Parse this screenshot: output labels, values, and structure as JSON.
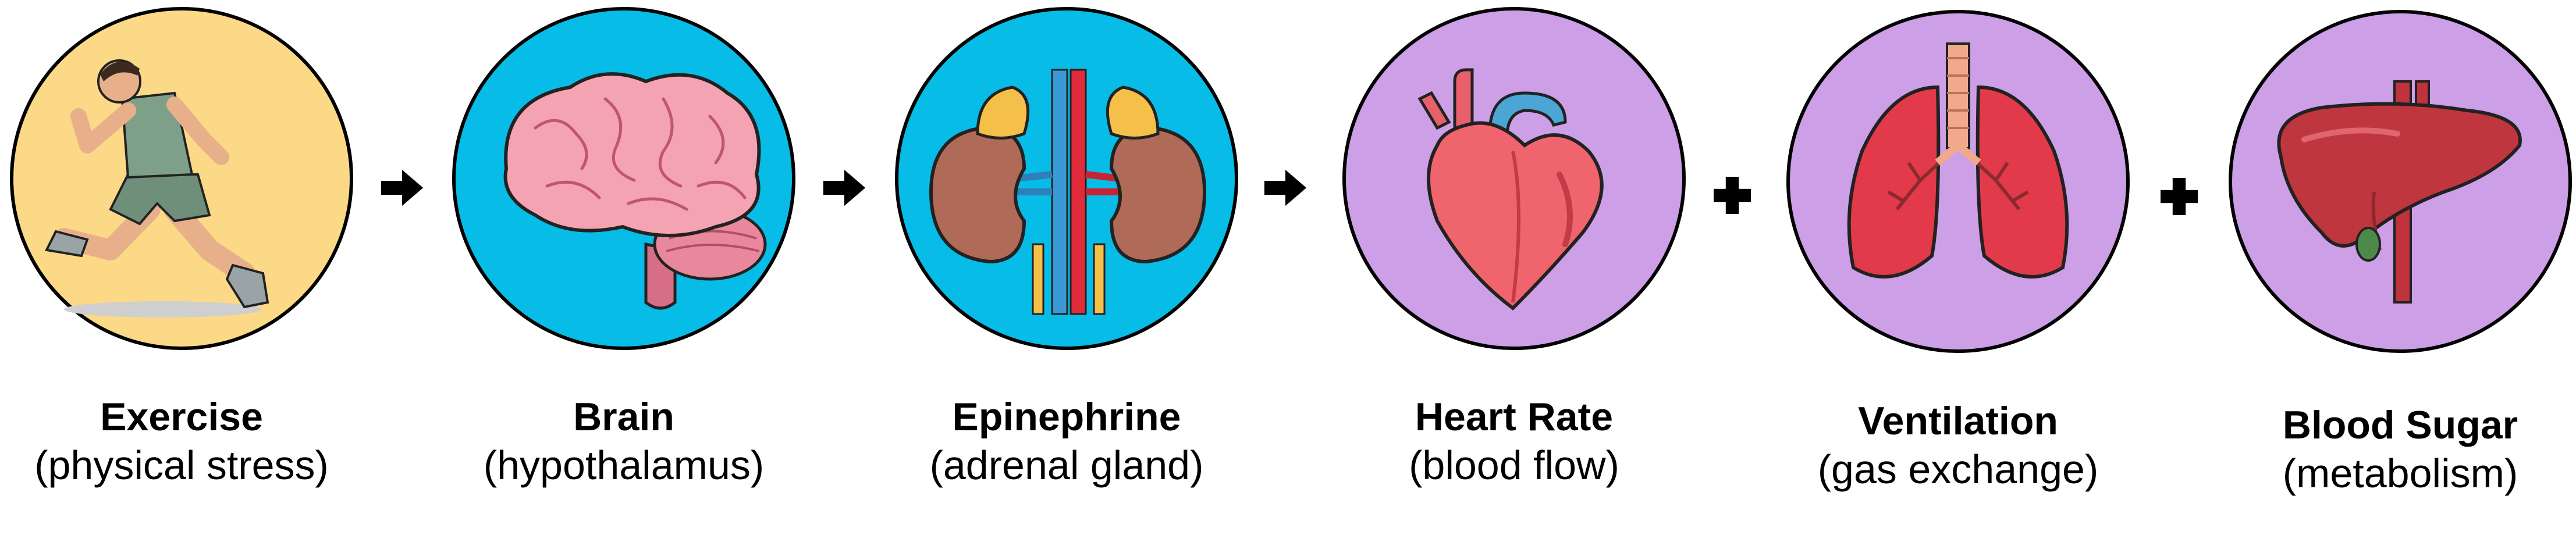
{
  "stages": [
    {
      "title": "Exercise",
      "subtitle": "(physical stress)",
      "icon": "runner-icon",
      "fill": "#fbd987"
    },
    {
      "title": "Brain",
      "subtitle": "(hypothalamus)",
      "icon": "brain-icon",
      "fill": "#07bce6"
    },
    {
      "title": "Epinephrine",
      "subtitle": "(adrenal gland)",
      "icon": "kidneys-adrenal-icon",
      "fill": "#07bce6"
    },
    {
      "title": "Heart Rate",
      "subtitle": "(blood flow)",
      "icon": "heart-icon",
      "fill": "#cc9fe6"
    },
    {
      "title": "Ventilation",
      "subtitle": "(gas exchange)",
      "icon": "lungs-icon",
      "fill": "#cc9fe6"
    },
    {
      "title": "Blood Sugar",
      "subtitle": "(metabolism)",
      "icon": "liver-icon",
      "fill": "#cc9fe6"
    }
  ],
  "connectors": [
    "arrow",
    "arrow",
    "arrow",
    "plus",
    "plus"
  ],
  "colors": {
    "outline": "#000000",
    "connector": "#000000"
  }
}
